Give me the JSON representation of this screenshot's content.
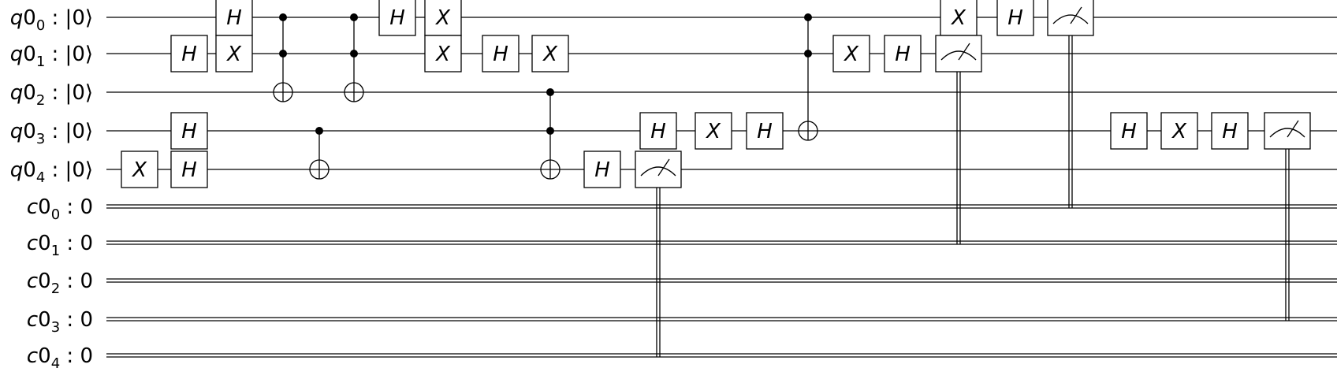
{
  "chart_data": {
    "type": "quantum-circuit",
    "qubits": [
      {
        "reg": "q0",
        "index": "0",
        "init": "|0⟩"
      },
      {
        "reg": "q0",
        "index": "1",
        "init": "|0⟩"
      },
      {
        "reg": "q0",
        "index": "2",
        "init": "|0⟩"
      },
      {
        "reg": "q0",
        "index": "3",
        "init": "|0⟩"
      },
      {
        "reg": "q0",
        "index": "4",
        "init": "|0⟩"
      }
    ],
    "clbits": [
      {
        "reg": "c0",
        "index": "0",
        "init": "0"
      },
      {
        "reg": "c0",
        "index": "1",
        "init": "0"
      },
      {
        "reg": "c0",
        "index": "2",
        "init": "0"
      },
      {
        "reg": "c0",
        "index": "3",
        "init": "0"
      },
      {
        "reg": "c0",
        "index": "4",
        "init": "0"
      }
    ],
    "operations": [
      {
        "name": "X",
        "qubits": [
          4
        ],
        "column": 1
      },
      {
        "name": "H",
        "qubits": [
          1
        ],
        "column": 2
      },
      {
        "name": "H",
        "qubits": [
          3
        ],
        "column": 2
      },
      {
        "name": "H",
        "qubits": [
          4
        ],
        "column": 2
      },
      {
        "name": "H",
        "qubits": [
          0
        ],
        "column": 3
      },
      {
        "name": "X",
        "qubits": [
          1
        ],
        "column": 3
      },
      {
        "name": "CCX",
        "controls": [
          0,
          1
        ],
        "target": 2,
        "column": 4
      },
      {
        "name": "CX",
        "controls": [
          3
        ],
        "target": 4,
        "column": 5
      },
      {
        "name": "CCX",
        "controls": [
          0,
          1
        ],
        "target": 2,
        "column": 6
      },
      {
        "name": "H",
        "qubits": [
          0
        ],
        "column": 7
      },
      {
        "name": "X",
        "qubits": [
          0
        ],
        "column": 8
      },
      {
        "name": "X",
        "qubits": [
          1
        ],
        "column": 8
      },
      {
        "name": "H",
        "qubits": [
          1
        ],
        "column": 9
      },
      {
        "name": "X",
        "qubits": [
          1
        ],
        "column": 10
      },
      {
        "name": "CX",
        "controls": [
          2,
          3
        ],
        "target": 4,
        "column": 10
      },
      {
        "name": "H",
        "qubits": [
          4
        ],
        "column": 11
      },
      {
        "name": "H",
        "qubits": [
          3
        ],
        "column": 12
      },
      {
        "name": "measure",
        "qubits": [
          4
        ],
        "clbit": 4,
        "column": 12
      },
      {
        "name": "X",
        "qubits": [
          3
        ],
        "column": 13
      },
      {
        "name": "H",
        "qubits": [
          3
        ],
        "column": 14
      },
      {
        "name": "CCX",
        "controls": [
          0,
          1
        ],
        "target": 3,
        "column": 15
      },
      {
        "name": "X",
        "qubits": [
          1
        ],
        "column": 16
      },
      {
        "name": "H",
        "qubits": [
          1
        ],
        "column": 17
      },
      {
        "name": "X",
        "qubits": [
          0
        ],
        "column": 18
      },
      {
        "name": "measure",
        "qubits": [
          1
        ],
        "clbit": 1,
        "column": 18
      },
      {
        "name": "H",
        "qubits": [
          0
        ],
        "column": 19
      },
      {
        "name": "measure",
        "qubits": [
          0
        ],
        "clbit": 0,
        "column": 20
      },
      {
        "name": "H",
        "qubits": [
          3
        ],
        "column": 21
      },
      {
        "name": "X",
        "qubits": [
          3
        ],
        "column": 22
      },
      {
        "name": "H",
        "qubits": [
          3
        ],
        "column": 23
      },
      {
        "name": "measure",
        "qubits": [
          3
        ],
        "clbit": 3,
        "column": 24
      }
    ]
  }
}
